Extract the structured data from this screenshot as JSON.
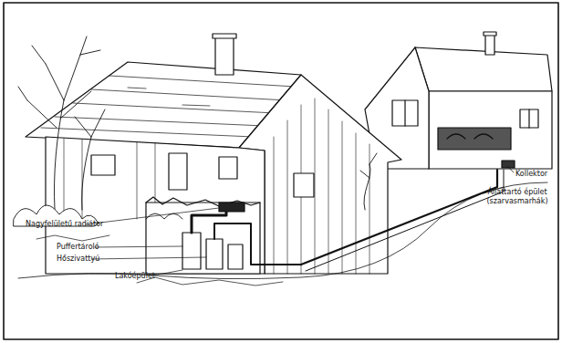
{
  "diagram": {
    "labels": [
      "Nagyfelületű radiátor",
      "Puffertároló",
      "Hőszivattyú",
      "Lakóépület",
      "Kollektor",
      "Állattartó épület (szarvasmarhák)"
    ]
  }
}
